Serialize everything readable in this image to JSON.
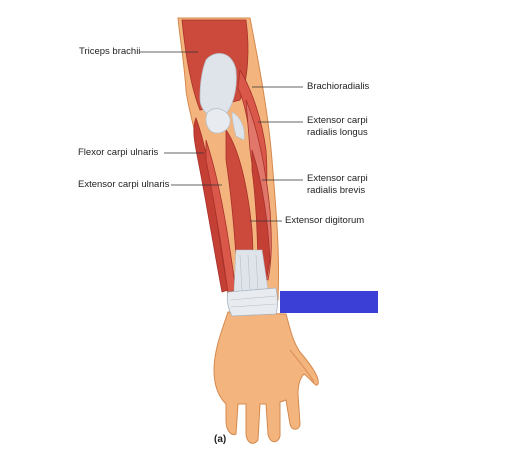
{
  "figure": {
    "caption": "(a)",
    "colors": {
      "muscle": "#cc4a3c",
      "muscle_dark": "#a8302a",
      "muscle_light": "#e0776a",
      "tendon": "#dfe4ea",
      "skin": "#f3b57d",
      "skin_shadow": "#e29e63",
      "label_text": "#222222",
      "leader_line": "#333333",
      "redaction_box": "#3b3fd6"
    }
  },
  "labels": {
    "triceps": "Triceps brachii",
    "flexor_carpi_ulnaris": "Flexor carpi ulnaris",
    "extensor_carpi_ulnaris": "Extensor carpi ulnaris",
    "brachioradialis": "Brachioradialis",
    "ecrl_line1": "Extensor carpi",
    "ecrl_line2": "radialis longus",
    "ecrb_line1": "Extensor carpi",
    "ecrb_line2": "radialis brevis",
    "extensor_digitorum": "Extensor digitorum"
  }
}
